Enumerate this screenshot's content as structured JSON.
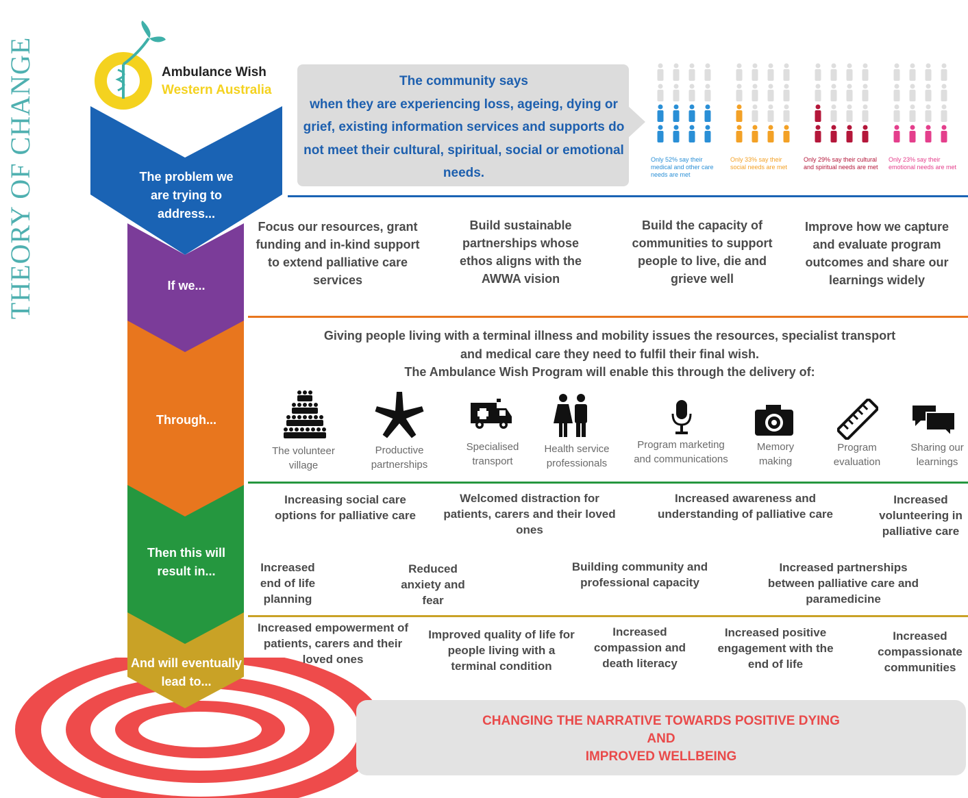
{
  "side_title": "THEORY OF CHANGE",
  "logo": {
    "line1": "Ambulance Wish",
    "line2": "Western Australia",
    "colors": {
      "yellow": "#f4d21f",
      "teal": "#3fb0a9"
    }
  },
  "stages": [
    {
      "label": "The problem we are trying to address...",
      "color": "#1a63b4"
    },
    {
      "label": "If we...",
      "color": "#7b3c99"
    },
    {
      "label": "Through...",
      "color": "#e8761e"
    },
    {
      "label": "Then this will result in...",
      "color": "#25973f"
    },
    {
      "label": "And will eventually lead to...",
      "color": "#c9a226"
    }
  ],
  "community": {
    "title": "The community says",
    "body": "when they are experiencing loss, ageing, dying or grief, existing information services and supports do not meet their cultural, spiritual, social or emotional needs."
  },
  "stats": [
    {
      "text": "Only 52% say their medical and other care needs are met",
      "color": "#2a8fd6",
      "level": 0.52
    },
    {
      "text": "Only 33% say their social needs are met",
      "color": "#f3a126",
      "level": 0.33
    },
    {
      "text": "Only 29% say their cultural and spiritual needs are met",
      "color": "#b4173a",
      "level": 0.29
    },
    {
      "text": "Only 23% say their emotional needs are met",
      "color": "#e43f8c",
      "level": 0.23
    }
  ],
  "if_we": [
    "Focus our resources, grant funding and in-kind support to extend palliative care services",
    "Build sustainable partnerships whose ethos aligns with the AWWA vision",
    "Build the capacity of communities to support people to live, die and grieve well",
    "Improve how we capture and evaluate program outcomes and share our learnings widely"
  ],
  "through": {
    "intro": [
      "Giving people living with a terminal illness and mobility issues the resources, specialist transport",
      "and medical care they need to fulfil their final wish.",
      "The Ambulance Wish Program will enable this through the delivery of:"
    ],
    "items": [
      {
        "icon": "volunteer-village-icon",
        "label": "The volunteer village"
      },
      {
        "icon": "partnership-hands-icon",
        "label": "Productive partnerships"
      },
      {
        "icon": "ambulance-icon",
        "label": "Specialised transport"
      },
      {
        "icon": "health-professionals-icon",
        "label": "Health service professionals"
      },
      {
        "icon": "microphone-icon",
        "label": "Program marketing and communications"
      },
      {
        "icon": "camera-icon",
        "label": "Memory making"
      },
      {
        "icon": "ruler-icon",
        "label": "Program evaluation"
      },
      {
        "icon": "speech-bubbles-icon",
        "label": "Sharing our learnings"
      }
    ]
  },
  "results": [
    "Increasing social care options for palliative care",
    "Welcomed distraction for patients, carers and their loved ones",
    "Increased awareness and understanding of palliative care",
    "Increased volunteering in palliative care",
    "Increased end of life planning",
    "Reduced anxiety and fear",
    "Building community and professional capacity",
    "Increased partnerships between palliative care and paramedicine"
  ],
  "eventually": [
    "Increased empowerment of patients, carers and their loved ones",
    "Improved quality of life for people living with a terminal condition",
    "Increased compassion and death literacy",
    "Increased positive engagement with the end of life",
    "Increased compassionate communities"
  ],
  "goal": [
    "CHANGING THE NARRATIVE TOWARDS POSITIVE DYING",
    "AND",
    "IMPROVED WELLBEING"
  ],
  "colors": {
    "target_red": "#ee4b4b",
    "grey_box": "#e3e3e3",
    "navy_text": "#1d5fae"
  }
}
